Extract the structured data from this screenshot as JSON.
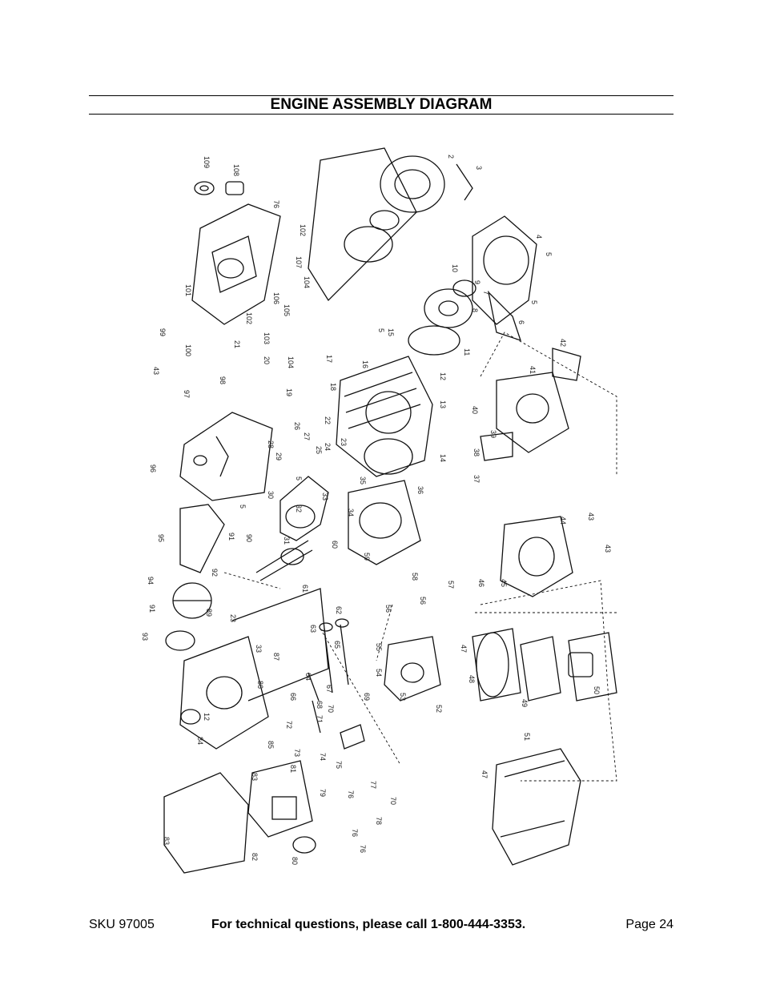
{
  "header": {
    "title": "ENGINE ASSEMBLY DIAGRAM"
  },
  "footer": {
    "sku": "SKU 97005",
    "tech": "For technical questions, please call 1-800-444-3353.",
    "page": "Page 24"
  },
  "diagram": {
    "part_labels": [
      "109",
      "108",
      "76",
      "102",
      "107",
      "101",
      "106",
      "104",
      "105",
      "102",
      "21",
      "103",
      "100",
      "99",
      "43",
      "20",
      "104",
      "98",
      "97",
      "19",
      "18",
      "2",
      "3",
      "4",
      "5",
      "10",
      "9",
      "7",
      "8",
      "5",
      "6",
      "11",
      "12",
      "13",
      "15",
      "14",
      "5",
      "17",
      "16",
      "42",
      "41",
      "40",
      "39",
      "38",
      "37",
      "36",
      "35",
      "34",
      "33",
      "32",
      "30",
      "5",
      "5",
      "96",
      "95",
      "91",
      "92",
      "90",
      "94",
      "91",
      "93",
      "89",
      "23",
      "33",
      "87",
      "86",
      "84",
      "12",
      "85",
      "63",
      "62",
      "65",
      "64",
      "66",
      "67",
      "68",
      "69",
      "70",
      "71",
      "72",
      "73",
      "74",
      "75",
      "81",
      "83",
      "83",
      "82",
      "80",
      "79",
      "77",
      "76",
      "76",
      "78",
      "70",
      "76",
      "60",
      "31",
      "61",
      "59",
      "58",
      "57",
      "56",
      "56",
      "55",
      "54",
      "53",
      "52",
      "28",
      "29",
      "27",
      "26",
      "25",
      "24",
      "23",
      "22",
      "44",
      "43",
      "43",
      "46",
      "45",
      "47",
      "48",
      "49",
      "50",
      "51",
      "47"
    ]
  }
}
